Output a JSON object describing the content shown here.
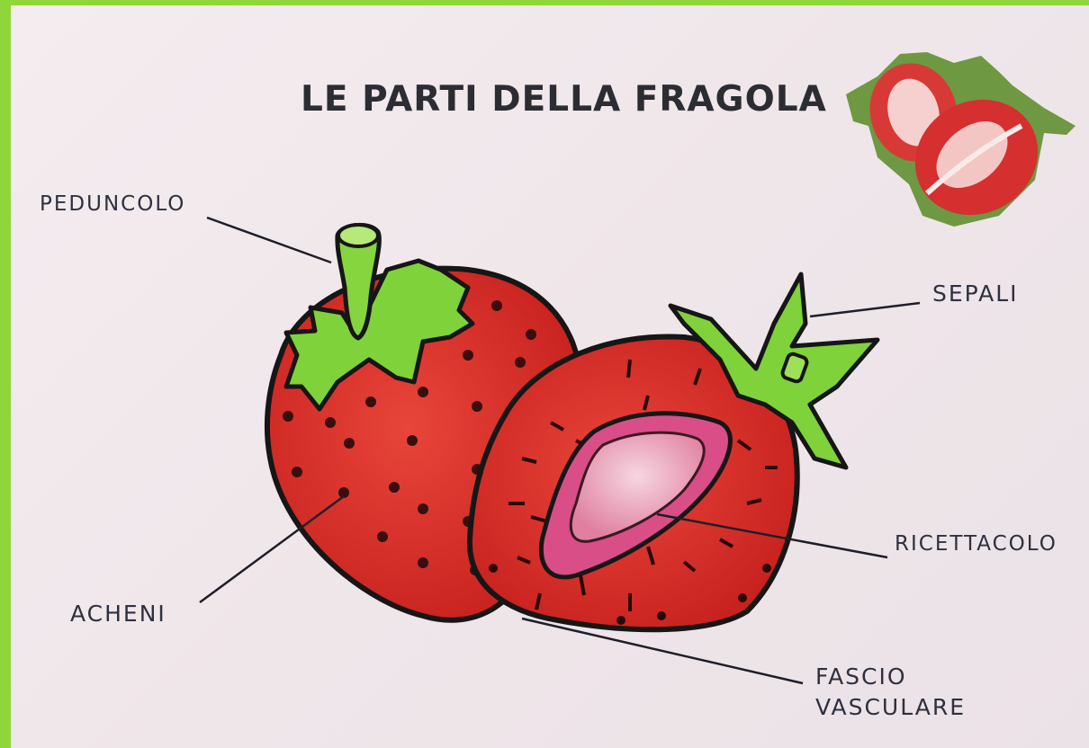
{
  "title": "LE PARTI DELLA FRAGOLA",
  "labels": {
    "peduncolo": "PEDUNCOLO",
    "sepali": "SEPALI",
    "ricettacolo": "RICETTACOLO",
    "acheni": "ACHENI",
    "fascio_line1": "FASCIO",
    "fascio_line2": "VASCULARE"
  },
  "colors": {
    "frame": "#8fd63a",
    "paper": "#f0e7eb",
    "strawberry_red": "#d9302b",
    "leaf_green": "#7fd23a",
    "receptacle_pink": "#e8a7be",
    "ink": "#1e1e22"
  }
}
